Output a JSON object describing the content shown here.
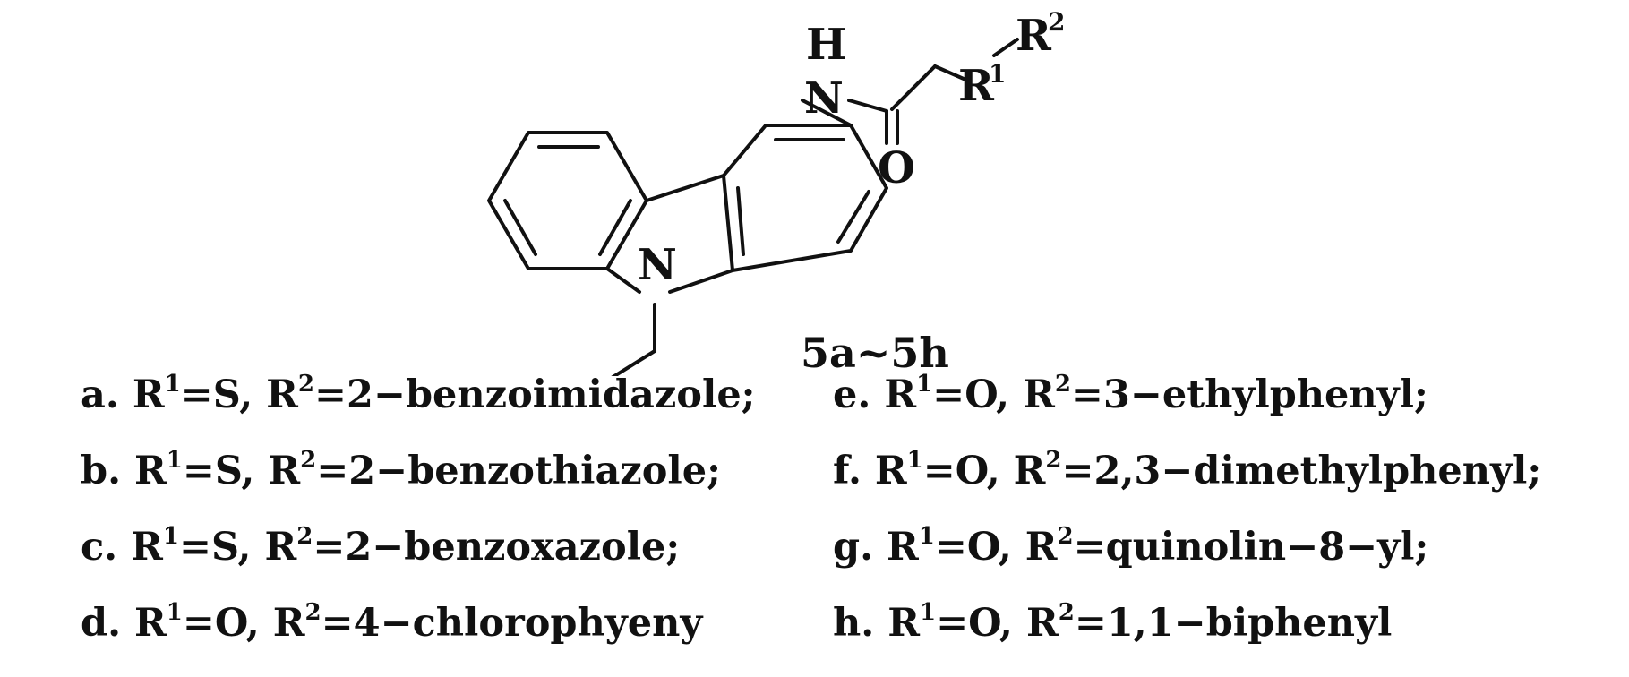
{
  "structure": {
    "atoms": {
      "h_label": "H",
      "n_amide": "N",
      "n_carbazole": "N",
      "o_carbonyl": "O",
      "r1_base": "R",
      "r1_sup": "1",
      "r2_base": "R",
      "r2_sup": "2"
    },
    "compound_label": "5a~5h"
  },
  "legend": {
    "left": [
      {
        "letter": "a.",
        "r1": "S",
        "r2": "2−benzoimidazole;"
      },
      {
        "letter": "b.",
        "r1": "S",
        "r2": "2−benzothiazole;"
      },
      {
        "letter": "c.",
        "r1": "S",
        "r2": "2−benzoxazole;"
      },
      {
        "letter": "d.",
        "r1": "O",
        "r2": "4−chlorophyeny"
      }
    ],
    "right": [
      {
        "letter": "e.",
        "r1": "O",
        "r2": "3−ethylphenyl;"
      },
      {
        "letter": "f.",
        "r1": "O",
        "r2": "2,3−dimethylphenyl;"
      },
      {
        "letter": "g.",
        "r1": "O",
        "r2": "quinolin−8−yl;"
      },
      {
        "letter": "h.",
        "r1": "O",
        "r2": "1,1−biphenyl"
      }
    ],
    "r_symbol": "R",
    "r1_sup": "1",
    "r2_sup": "2",
    "equals": "=",
    "separator": ", "
  }
}
